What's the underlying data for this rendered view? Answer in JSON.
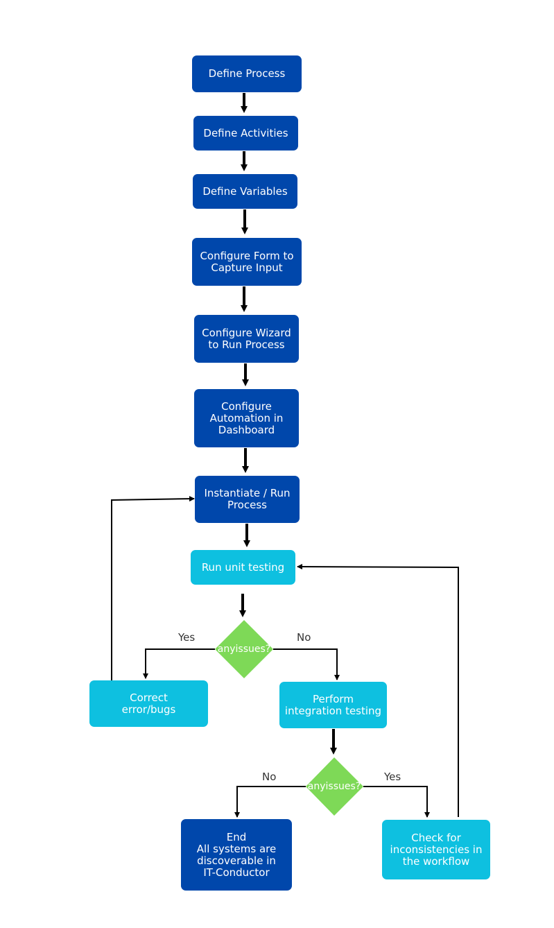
{
  "colors": {
    "dark_box": "#0047ab",
    "light_box": "#0ec0e0",
    "decision": "#7ed957",
    "arrow": "#000000"
  },
  "steps": {
    "define_process": [
      "Define Process"
    ],
    "define_activities": [
      "Define Activities"
    ],
    "define_variables": [
      "Define Variables"
    ],
    "configure_form": [
      "Configure Form to",
      "Capture Input"
    ],
    "configure_wizard": [
      "Configure Wizard",
      "to Run Process"
    ],
    "configure_automation": [
      "Configure",
      "Automation in",
      "Dashboard"
    ],
    "instantiate": [
      "Instantiate / Run",
      "Process"
    ],
    "run_unit_testing": [
      "Run unit testing"
    ],
    "correct_errors": [
      "Correct",
      "error/bugs"
    ],
    "perform_integration": [
      "Perform",
      "integration testing"
    ],
    "end": [
      "End",
      "All systems are",
      "discoverable in",
      "IT-Conductor"
    ],
    "check_inconsistencies": [
      "Check for",
      "inconsistencies in",
      "the workflow"
    ]
  },
  "decisions": {
    "first": [
      "any",
      "issues?"
    ],
    "second": [
      "any",
      "issues?"
    ]
  },
  "branch_labels": {
    "first_yes": "Yes",
    "first_no": "No",
    "second_no": "No",
    "second_yes": "Yes"
  }
}
